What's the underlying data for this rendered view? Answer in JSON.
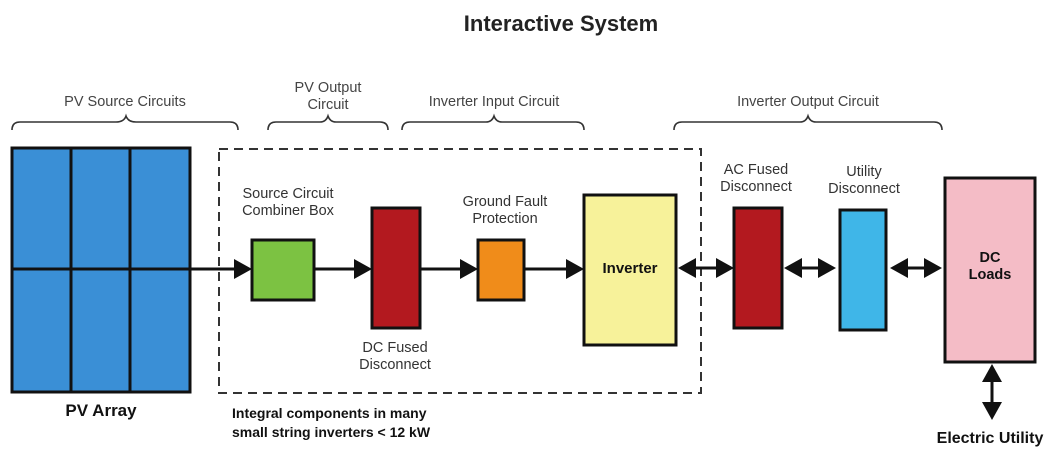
{
  "title": "Interactive System",
  "sections": {
    "pv_source_circuits": "PV Source Circuits",
    "pv_output_circuit": [
      "PV Output",
      "Circuit"
    ],
    "inverter_input_circuit": "Inverter Input Circuit",
    "inverter_output_circuit": "Inverter Output Circuit"
  },
  "components": {
    "pv_array": "PV Array",
    "combiner_box": [
      "Source Circuit",
      "Combiner Box"
    ],
    "dc_fused_disconnect": [
      "DC Fused",
      "Disconnect"
    ],
    "ground_fault_protection": [
      "Ground Fault",
      "Protection"
    ],
    "inverter": "Inverter",
    "ac_fused_disconnect": [
      "AC Fused",
      "Disconnect"
    ],
    "utility_disconnect": [
      "Utility",
      "Disconnect"
    ],
    "dc_loads": [
      "DC",
      "Loads"
    ],
    "electric_utility": "Electric Utility"
  },
  "note": [
    "Integral components in many",
    "small string inverters < 12 kW"
  ],
  "colors": {
    "pv_array": "#3a8fd6",
    "combiner_box": "#7cc242",
    "dc_fused_disconnect": "#b3191f",
    "ground_fault_protection": "#f08c1a",
    "inverter": "#f7f29a",
    "ac_fused_disconnect": "#b3191f",
    "utility_disconnect": "#3fb6e8",
    "dc_loads": "#f4bcc6"
  }
}
